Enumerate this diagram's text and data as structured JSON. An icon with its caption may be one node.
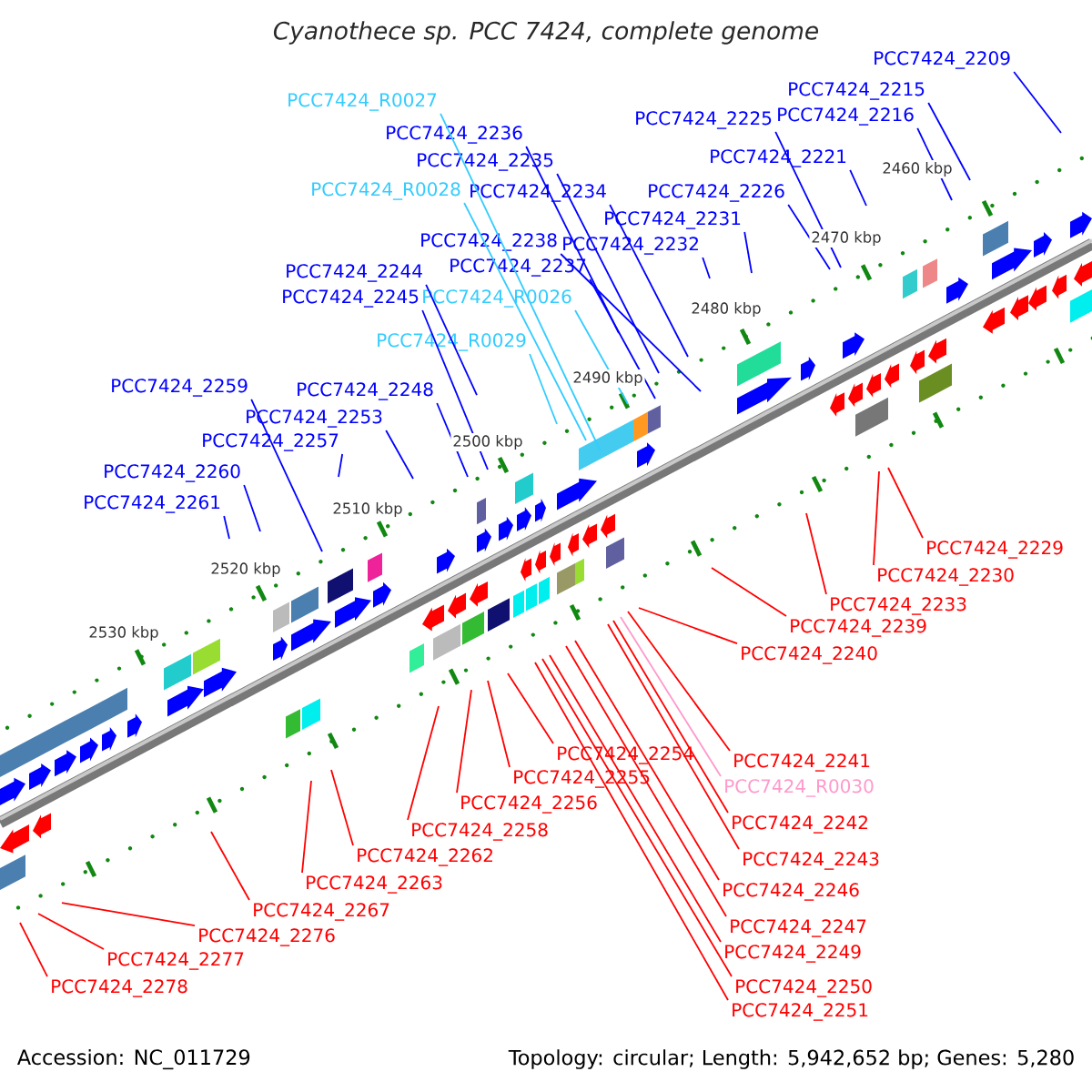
{
  "diagram": {
    "title": "*Cyanothece* sp. PCC 7424, complete genome",
    "nodes": [
      {
        "text": [
          "PCC7424_2209"
        ]
      },
      {
        "text": [
          "PCC7424_2215"
        ]
      },
      {
        "text": [
          "PCC7424_R0027"
        ]
      },
      {
        "text": [
          "PCC7424_2216"
        ]
      },
      {
        "text": [
          "PCC7424_2225"
        ]
      },
      {
        "text": [
          "PCC7424_2236"
        ]
      },
      {
        "text": [
          "PCC7424_2221"
        ]
      },
      {
        "text": [
          "PCC7424_2235"
        ]
      },
      {
        "text": [
          "PCC7424_R0028"
        ]
      },
      {
        "text": [
          "PCC7424_2234"
        ]
      },
      {
        "text": [
          "PCC7424_2226"
        ]
      },
      {
        "text": [
          "PCC7424_2231"
        ]
      },
      {
        "text": [
          "PCC7424_2238"
        ]
      },
      {
        "text": [
          "PCC7424_2232"
        ]
      },
      {
        "text": [
          "PCC7424_2237"
        ]
      },
      {
        "text": [
          "PCC7424_2244"
        ]
      },
      {
        "text": [
          "PCC7424_R0026"
        ]
      },
      {
        "text": [
          "PCC7424_2245"
        ]
      },
      {
        "text": [
          "PCC7424_R0029"
        ]
      },
      {
        "text": [
          "PCC7424_2259"
        ]
      },
      {
        "text": [
          "PCC7424_2248"
        ]
      },
      {
        "text": [
          "PCC7424_2253"
        ]
      },
      {
        "text": [
          "PCC7424_2257"
        ]
      },
      {
        "text": [
          "PCC7424_2260"
        ]
      },
      {
        "text": [
          "PCC7424_2261"
        ]
      },
      {
        "text": [
          "PCC7424_2229"
        ]
      },
      {
        "text": [
          "PCC7424_2230"
        ]
      },
      {
        "text": [
          "PCC7424_2233"
        ]
      },
      {
        "text": [
          "PCC7424_2239"
        ]
      },
      {
        "text": [
          "PCC7424_2240"
        ]
      },
      {
        "text": [
          "PCC7424_2254"
        ]
      },
      {
        "text": [
          "PCC7424_2241"
        ]
      },
      {
        "text": [
          "PCC7424_2255"
        ]
      },
      {
        "text": [
          "PCC7424_R0030"
        ]
      },
      {
        "text": [
          "PCC7424_2256"
        ]
      },
      {
        "text": [
          "PCC7424_2242"
        ]
      },
      {
        "text": [
          "PCC7424_2258"
        ]
      },
      {
        "text": [
          "PCC7424_2262"
        ]
      },
      {
        "text": [
          "PCC7424_2243"
        ]
      },
      {
        "text": [
          "PCC7424_2263"
        ]
      },
      {
        "text": [
          "PCC7424_2246"
        ]
      },
      {
        "text": [
          "PCC7424_2267"
        ]
      },
      {
        "text": [
          "PCC7424_2247"
        ]
      },
      {
        "text": [
          "PCC7424_2276"
        ]
      },
      {
        "text": [
          "PCC7424_2249"
        ]
      },
      {
        "text": [
          "PCC7424_2277"
        ]
      },
      {
        "text": [
          "PCC7424_2250"
        ]
      },
      {
        "text": [
          "PCC7424_2278"
        ]
      },
      {
        "text": [
          "PCC7424_2251"
        ]
      }
    ],
    "edges": [
      {
        "from": 0,
        "to": null,
        "arrow": "none",
        "color": "#0000ff"
      },
      {
        "from": 1,
        "to": null,
        "arrow": "none",
        "color": "#0000ff"
      },
      {
        "from": 2,
        "to": null,
        "arrow": "none",
        "color": "#33ccff"
      },
      {
        "from": 3,
        "to": null,
        "arrow": "none",
        "color": "#0000ff"
      },
      {
        "from": 4,
        "to": null,
        "arrow": "none",
        "color": "#0000ff"
      },
      {
        "from": 5,
        "to": null,
        "arrow": "none",
        "color": "#0000ff"
      },
      {
        "from": 6,
        "to": null,
        "arrow": "none",
        "color": "#0000ff"
      },
      {
        "from": 7,
        "to": null,
        "arrow": "none",
        "color": "#0000ff"
      },
      {
        "from": 8,
        "to": null,
        "arrow": "none",
        "color": "#33ccff"
      },
      {
        "from": 9,
        "to": null,
        "arrow": "none",
        "color": "#0000ff"
      },
      {
        "from": 10,
        "to": null,
        "arrow": "none",
        "color": "#0000ff"
      },
      {
        "from": 11,
        "to": null,
        "arrow": "none",
        "color": "#0000ff"
      },
      {
        "from": 12,
        "to": null,
        "arrow": "none",
        "color": "#0000ff"
      },
      {
        "from": 13,
        "to": null,
        "arrow": "none",
        "color": "#0000ff"
      },
      {
        "from": 14,
        "to": null,
        "arrow": "none",
        "color": "#0000ff"
      },
      {
        "from": 15,
        "to": null,
        "arrow": "none",
        "color": "#0000ff"
      },
      {
        "from": 16,
        "to": null,
        "arrow": "none",
        "color": "#33ccff"
      },
      {
        "from": 17,
        "to": null,
        "arrow": "none",
        "color": "#0000ff"
      },
      {
        "from": 18,
        "to": null,
        "arrow": "none",
        "color": "#33ccff"
      },
      {
        "from": 19,
        "to": null,
        "arrow": "none",
        "color": "#0000ff"
      },
      {
        "from": 20,
        "to": null,
        "arrow": "none",
        "color": "#0000ff"
      },
      {
        "from": 21,
        "to": null,
        "arrow": "none",
        "color": "#0000ff"
      },
      {
        "from": 22,
        "to": null,
        "arrow": "none",
        "color": "#0000ff"
      },
      {
        "from": 23,
        "to": null,
        "arrow": "none",
        "color": "#0000ff"
      },
      {
        "from": 24,
        "to": null,
        "arrow": "none",
        "color": "#0000ff"
      },
      {
        "from": 25,
        "to": null,
        "arrow": "none"
      },
      {
        "from": 26,
        "to": null,
        "arrow": "none"
      },
      {
        "from": 27,
        "to": null,
        "arrow": "none"
      },
      {
        "from": 28,
        "to": null,
        "arrow": "none"
      },
      {
        "from": 29,
        "to": null,
        "arrow": "none"
      },
      {
        "from": 30,
        "to": null,
        "arrow": "none"
      },
      {
        "from": 31,
        "to": null,
        "arrow": "none"
      },
      {
        "from": 32,
        "to": null,
        "arrow": "none"
      },
      {
        "from": 33,
        "to": null,
        "arrow": "none",
        "color": "#ff99cc"
      },
      {
        "from": 34,
        "to": null,
        "arrow": "none"
      },
      {
        "from": 35,
        "to": null,
        "arrow": "none"
      },
      {
        "from": 36,
        "to": null,
        "arrow": "none"
      },
      {
        "from": 37,
        "to": null,
        "arrow": "none"
      },
      {
        "from": 38,
        "to": null,
        "arrow": "none"
      },
      {
        "from": 39,
        "to": null,
        "arrow": "none"
      },
      {
        "from": 40,
        "to": null,
        "arrow": "none"
      },
      {
        "from": 41,
        "to": null,
        "arrow": "none"
      },
      {
        "from": 42,
        "to": null,
        "arrow": "none"
      },
      {
        "from": 43,
        "to": null,
        "arrow": "none"
      },
      {
        "from": 44,
        "to": null,
        "arrow": "none"
      },
      {
        "from": 45,
        "to": null,
        "arrow": "none"
      },
      {
        "from": 46,
        "to": null,
        "arrow": "none"
      },
      {
        "from": 47,
        "to": null,
        "arrow": "none"
      },
      {
        "from": 48,
        "to": null,
        "arrow": "none"
      }
    ],
    "labels": [
      "2460 kbp",
      "2470 kbp",
      "2480 kbp",
      "2490 kbp",
      "2500 kbp",
      "2510 kbp",
      "2520 kbp",
      "2530 kbp",
      "Accession: NC_011729",
      "Topology: circular; Length: 5,942,652 bp; Genes: 5,280"
    ]
  }
}
